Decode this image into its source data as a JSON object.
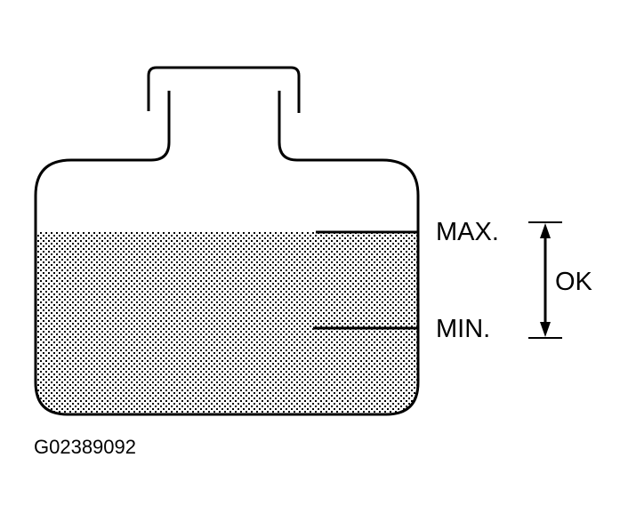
{
  "diagram": {
    "subject": "reservoir-fluid-level",
    "labels": {
      "max": "MAX.",
      "min": "MIN.",
      "ok": "OK"
    },
    "figure_code": "G02389092",
    "colors": {
      "stroke": "#000000",
      "fluid_dots": "#000000",
      "background": "#ffffff"
    }
  }
}
